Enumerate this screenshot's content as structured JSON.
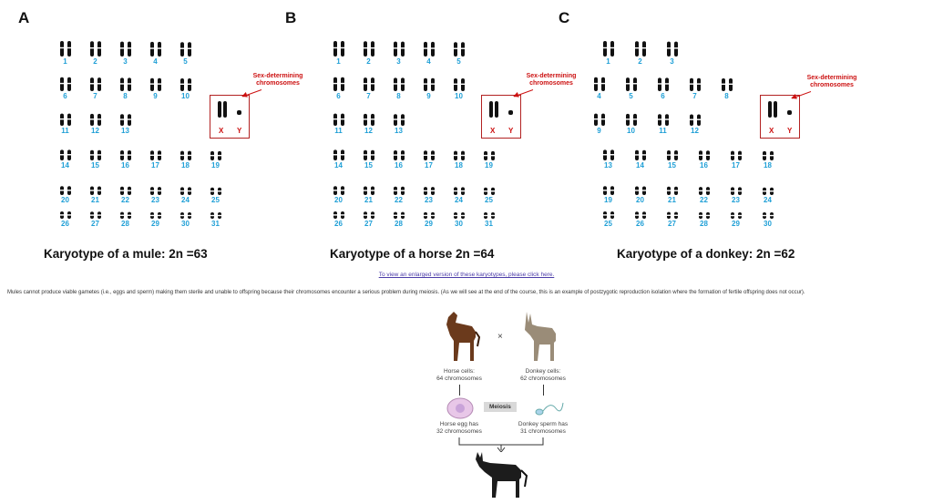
{
  "panels": [
    {
      "letter": "A",
      "caption": "Karyotype of a mule: 2n =63",
      "sex_label": "Sex-determining chromosomes",
      "x_label": "X",
      "y_label": "Y",
      "rows": [
        [
          "1",
          "2",
          "3",
          "4",
          "5"
        ],
        [
          "6",
          "7",
          "8",
          "9",
          "10"
        ],
        [
          "11",
          "12",
          "13"
        ],
        [
          "14",
          "15",
          "16",
          "17",
          "18",
          "19"
        ],
        [
          "20",
          "21",
          "22",
          "23",
          "24",
          "25"
        ],
        [
          "26",
          "27",
          "28",
          "29",
          "30",
          "31"
        ]
      ]
    },
    {
      "letter": "B",
      "caption": "Karyotype of a horse 2n =64",
      "sex_label": "Sex-determining chromosomes",
      "x_label": "X",
      "y_label": "Y",
      "rows": [
        [
          "1",
          "2",
          "3",
          "4",
          "5"
        ],
        [
          "6",
          "7",
          "8",
          "9",
          "10"
        ],
        [
          "11",
          "12",
          "13"
        ],
        [
          "14",
          "15",
          "16",
          "17",
          "18",
          "19"
        ],
        [
          "20",
          "21",
          "22",
          "23",
          "24",
          "25"
        ],
        [
          "26",
          "27",
          "28",
          "29",
          "30",
          "31"
        ]
      ]
    },
    {
      "letter": "C",
      "caption": "Karyotype of a donkey: 2n =62",
      "sex_label": "Sex-determining chromosomes",
      "x_label": "X",
      "y_label": "Y",
      "rows": [
        [
          "1",
          "2",
          "3"
        ],
        [
          "4",
          "5",
          "6",
          "7",
          "8"
        ],
        [
          "9",
          "10",
          "11",
          "12"
        ],
        [
          "13",
          "14",
          "15",
          "16",
          "17",
          "18"
        ],
        [
          "19",
          "20",
          "21",
          "22",
          "23",
          "24"
        ],
        [
          "25",
          "26",
          "27",
          "28",
          "29",
          "30"
        ]
      ]
    }
  ],
  "link_text": "To view an enlarged version of these karyotypes, please click here.",
  "paragraph": "Mules cannot produce viable gametes (i.e., eggs and sperm) making them sterile and unable to offspring because their chromosomes encounter a serious problem during meiosis. (As we will see at the end of the course, this is an example of postzygotic reproduction isolation where the formation of fertile offspring does not occur).",
  "diagram": {
    "cross_symbol": "×",
    "horse_cells": "Horse cells:",
    "horse_chrom": "64 chromosomes",
    "donkey_cells": "Donkey cells:",
    "donkey_chrom": "62 chromosomes",
    "meiosis": "Meiosis",
    "egg_line1": "Horse egg has",
    "egg_line2": "32 chromosomes",
    "sperm_line1": "Donkey sperm has",
    "sperm_line2": "31 chromosomes"
  },
  "colors": {
    "number_blue": "#1f9fd6",
    "accent_red": "#cc1111",
    "link_purple": "#4b3ca8"
  }
}
